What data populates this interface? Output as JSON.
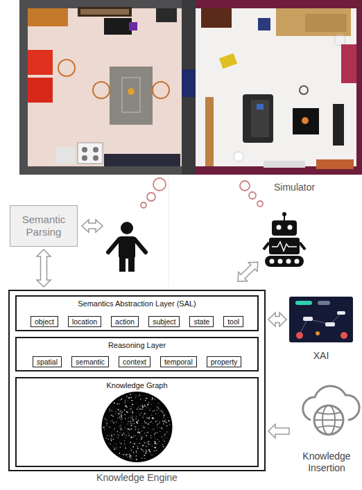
{
  "diagram": {
    "nodes": [
      {
        "text": [
          "Semantic Parsing"
        ]
      },
      {
        "text": [
          "Knowledge Engine"
        ]
      },
      {
        "text": [
          "Semantics Abstraction Layer (SAL)"
        ],
        "in": 1
      },
      {
        "text": [
          "object"
        ],
        "in": 2
      },
      {
        "text": [
          "location"
        ],
        "in": 2
      },
      {
        "text": [
          "action"
        ],
        "in": 2
      },
      {
        "text": [
          "subject"
        ],
        "in": 2
      },
      {
        "text": [
          "state"
        ],
        "in": 2
      },
      {
        "text": [
          "tool"
        ],
        "in": 2
      },
      {
        "text": [
          "Reasoning Layer"
        ],
        "in": 1
      },
      {
        "text": [
          "spatial"
        ],
        "in": 9
      },
      {
        "text": [
          "semantic"
        ],
        "in": 9
      },
      {
        "text": [
          "context"
        ],
        "in": 9
      },
      {
        "text": [
          "temporal"
        ],
        "in": 9
      },
      {
        "text": [
          "property"
        ],
        "in": 9
      },
      {
        "text": [
          "Knowledge Graph"
        ],
        "in": 1
      },
      {
        "text": [
          "XAI"
        ]
      },
      {
        "text": [
          "Knowledge Insertion"
        ]
      }
    ],
    "edges": [
      {
        "from": 0,
        "to": 1,
        "arrow": "both"
      },
      {
        "from": 1,
        "to": 16,
        "arrow": "both"
      },
      {
        "from": 17,
        "to": 1,
        "arrow": "to"
      }
    ],
    "labels": [
      "Simulator"
    ]
  }
}
